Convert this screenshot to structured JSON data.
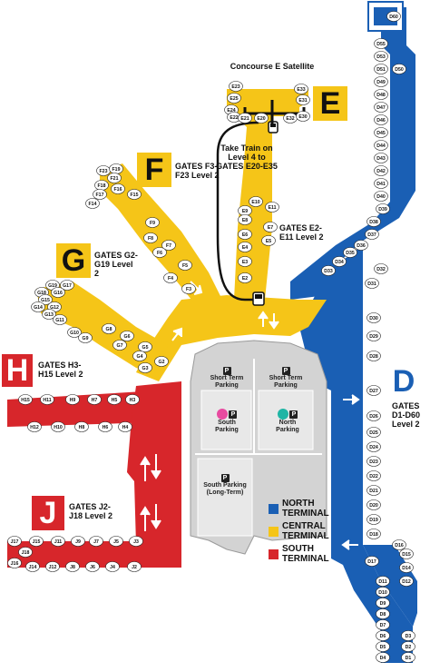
{
  "colors": {
    "north": "#1a5fb4",
    "central": "#f5c518",
    "south": "#d7262b",
    "garage": "#d3d3d3",
    "ink": "#111111"
  },
  "legend": {
    "north": "NORTH TERMINAL",
    "central": "CENTRAL TERMINAL",
    "south": "SOUTH TERMINAL"
  },
  "concourse_e": {
    "letter": "E",
    "satellite_title": "Concourse E Satellite",
    "train_note": "Take Train on Level 4 to GATES E20-E35",
    "gates_info": "GATES E2-E11 Level 2"
  },
  "concourse_f": {
    "letter": "F",
    "gates_info": "GATES F3-F23 Level 2"
  },
  "concourse_g": {
    "letter": "G",
    "gates_info": "GATES G2-G19 Level 2"
  },
  "concourse_h": {
    "letter": "H",
    "gates_info": "GATES H3-H15 Level 2"
  },
  "concourse_j": {
    "letter": "J",
    "gates_info": "GATES J2-J18 Level 2"
  },
  "concourse_d": {
    "letter": "D",
    "gates_info": "GATES D1-D60 Level 2"
  },
  "parking": {
    "short_term_1": "Short Term Parking",
    "short_term_2": "Short Term Parking",
    "south": "South Parking",
    "north": "North Parking",
    "south_long": "South Parking (Long-Term)"
  },
  "gates_e": [
    "E23",
    "E33",
    "E25",
    "E31",
    "E24",
    "E22",
    "E21",
    "E20",
    "E32",
    "E30",
    "E11",
    "E10",
    "E9",
    "E8",
    "E7",
    "E6",
    "E5",
    "E4",
    "E3",
    "E2"
  ],
  "gates_f": [
    "F23",
    "F19",
    "F21",
    "F18",
    "F16",
    "F17",
    "F15",
    "F14",
    "F9",
    "F8",
    "F7",
    "F6",
    "F5",
    "F4",
    "F3"
  ],
  "gates_g": [
    "G19",
    "G17",
    "G18",
    "G16",
    "G15",
    "G14",
    "G12",
    "G13",
    "G11",
    "G10",
    "G9",
    "G8",
    "G7",
    "G6",
    "G5",
    "G4",
    "G3",
    "G2"
  ],
  "gates_h": [
    "H15",
    "H11",
    "H9",
    "H7",
    "H5",
    "H3",
    "H12",
    "H10",
    "H8",
    "H6",
    "H4"
  ],
  "gates_j": [
    "J17",
    "J15",
    "J11",
    "J9",
    "J7",
    "J5",
    "J3",
    "J18",
    "J16",
    "J14",
    "J12",
    "J8",
    "J6",
    "J4",
    "J2"
  ],
  "gates_d": [
    "D60",
    "D55",
    "D53",
    "D51",
    "D50",
    "D49",
    "D48",
    "D47",
    "D46",
    "D45",
    "D44",
    "D43",
    "D42",
    "D41",
    "D40",
    "D39",
    "D38",
    "D37",
    "D36",
    "D35",
    "D34",
    "D33",
    "D32",
    "D31",
    "D30",
    "D29",
    "D28",
    "D27",
    "D26",
    "D25",
    "D24",
    "D23",
    "D22",
    "D21",
    "D20",
    "D19",
    "D18",
    "D17",
    "D16",
    "D15",
    "D14",
    "D12",
    "D11",
    "D10",
    "D9",
    "D8",
    "D7",
    "D6",
    "D5",
    "D4",
    "D3",
    "D2",
    "D1"
  ]
}
